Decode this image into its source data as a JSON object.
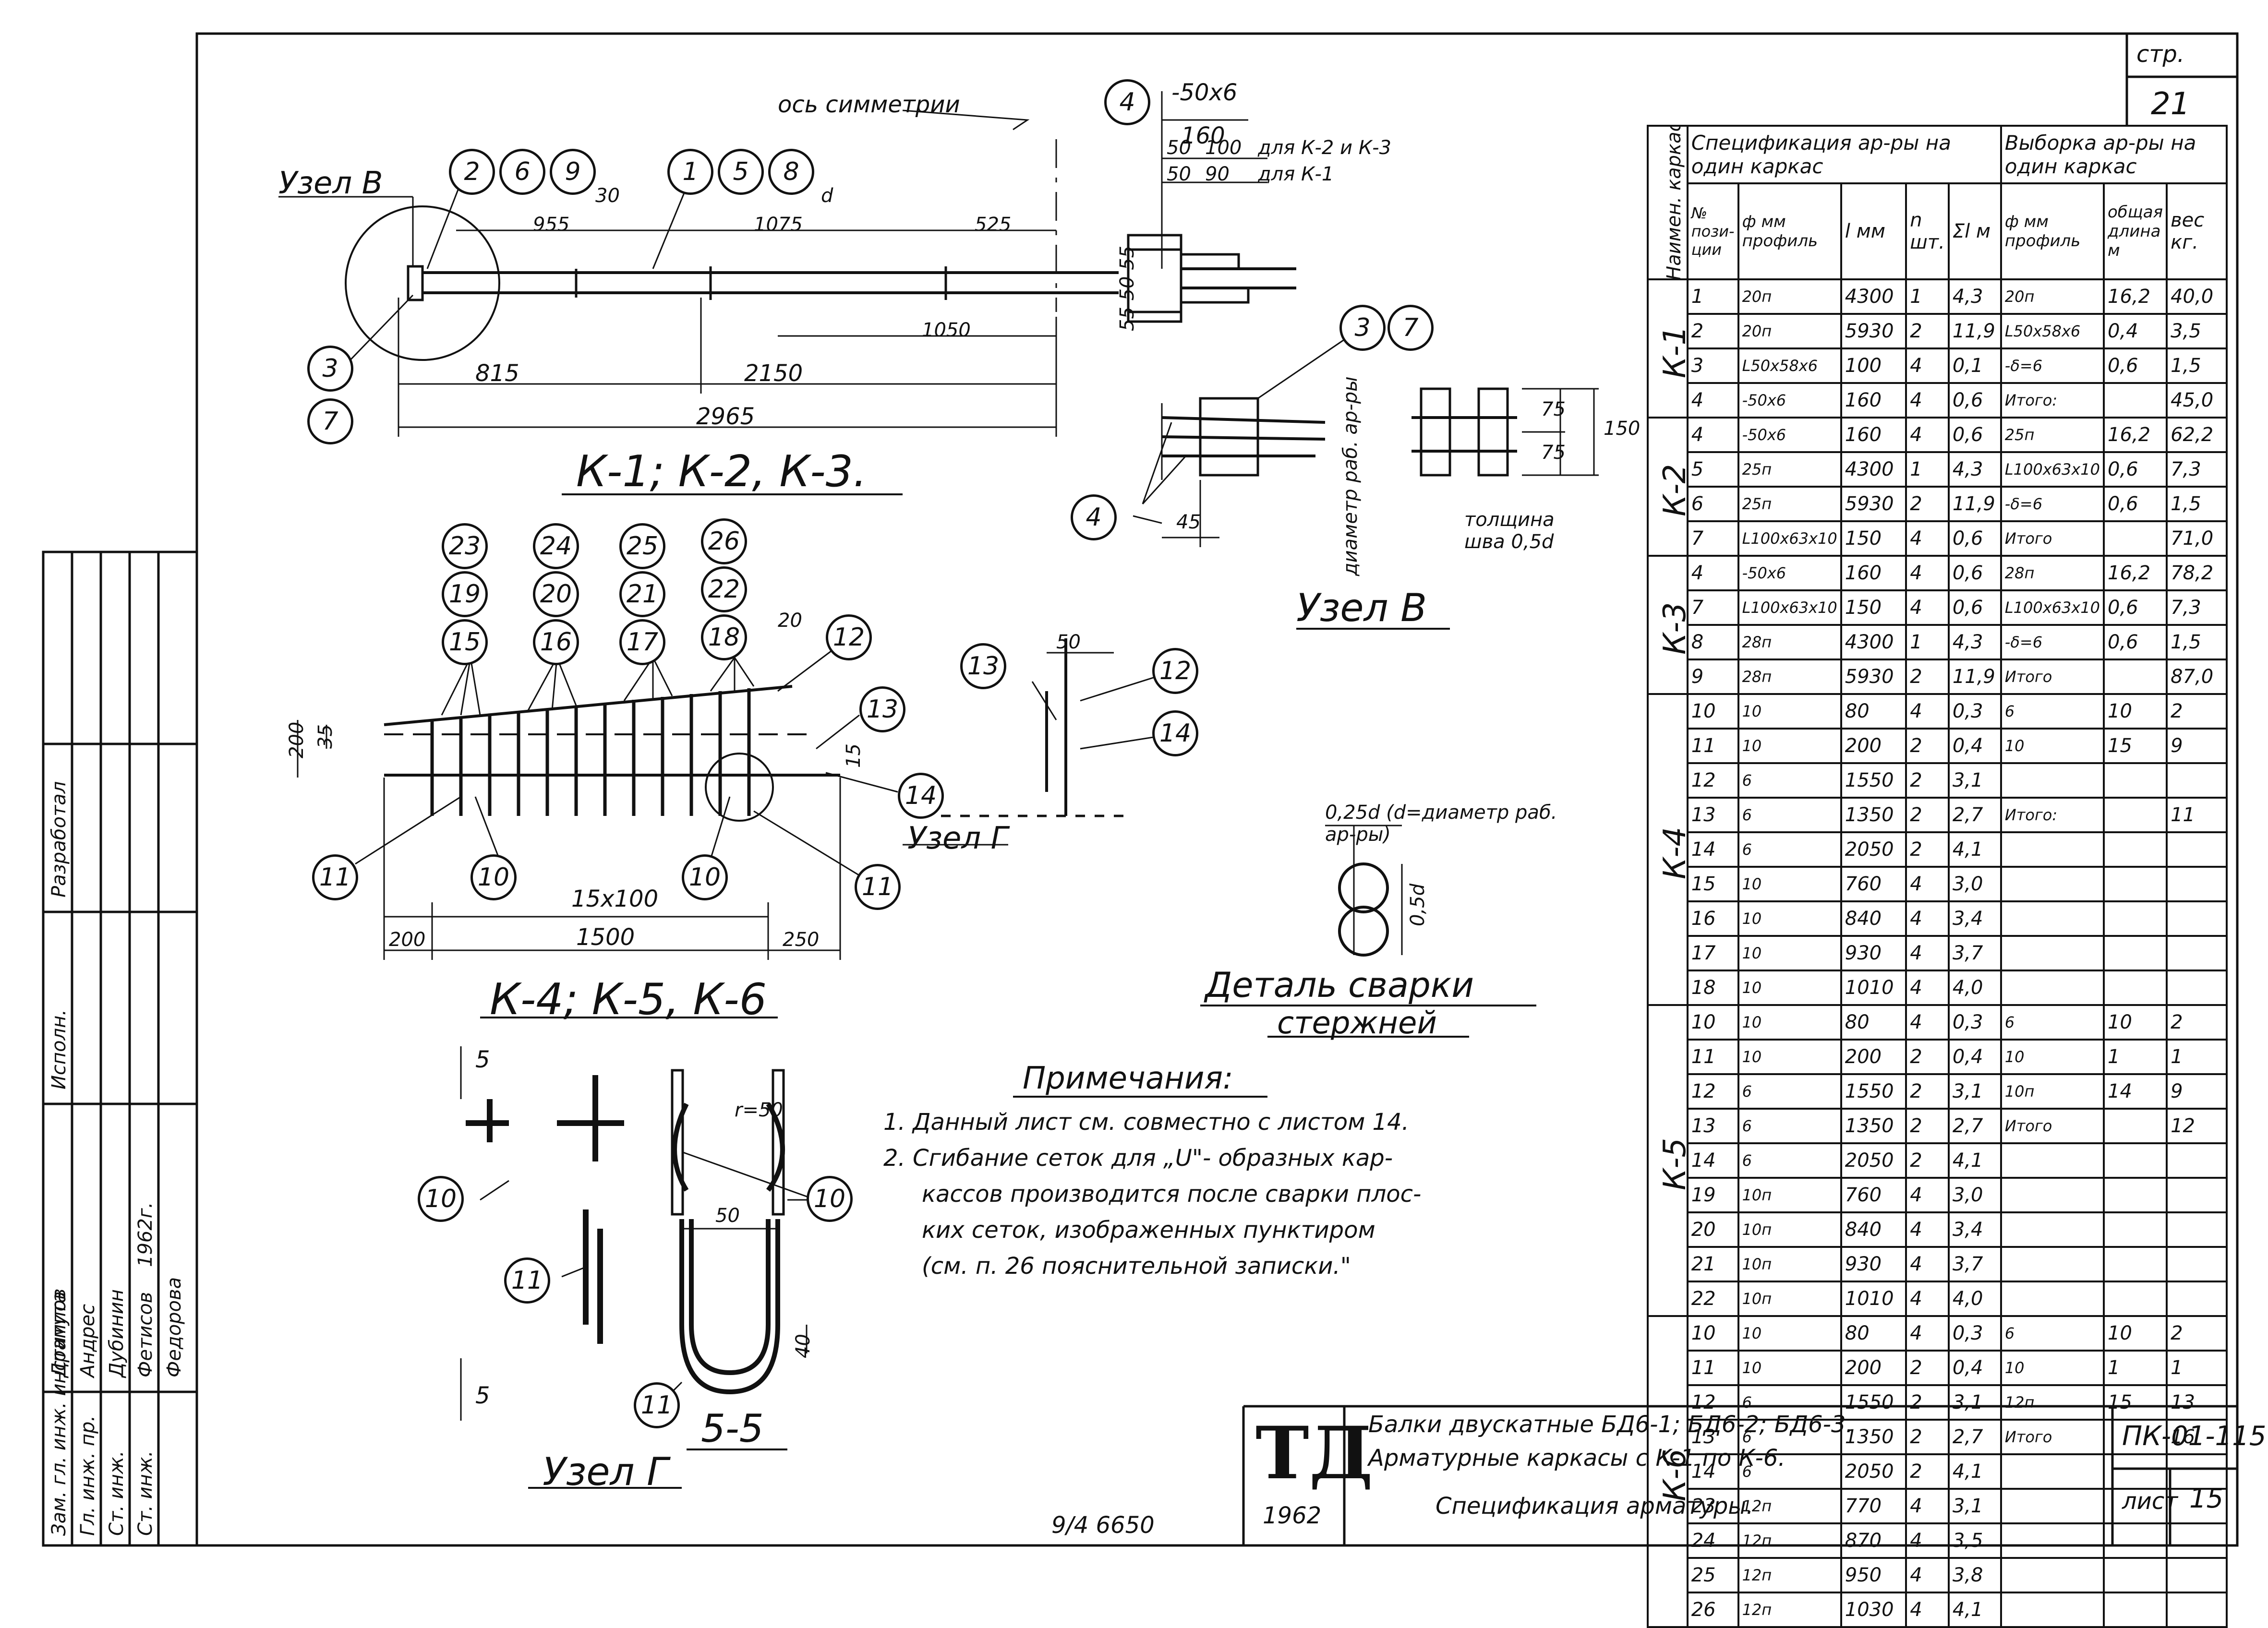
{
  "page": {
    "sheet_label": "стр.",
    "sheet_no": "21"
  },
  "drawing_k123": {
    "symmetry_axis": "ось симметрии",
    "node_v_label": "Узел В",
    "dims": {
      "d1": "955",
      "d2": "1075",
      "d3": "525",
      "d4": "30",
      "d5": "d",
      "d6": "1050",
      "d7": "815",
      "d8": "2150",
      "d9": "2965"
    },
    "markers": {
      "m1": "2",
      "m2": "6",
      "m3": "9",
      "m4": "1",
      "m5": "5",
      "m6": "8",
      "m7": "3",
      "m8": "7"
    },
    "caption": "К-1; К-2, К-3."
  },
  "node_v": {
    "plate_size": "-50x6",
    "plate_len": "160",
    "dim_50a": "50",
    "dim_100": "100",
    "for_k23": "для К-2 и К-3",
    "dim_50b": "50",
    "dim_90": "90",
    "for_k1": "для К-1",
    "marker_4a": "4",
    "marker_3": "3",
    "marker_7": "7",
    "marker_4b": "4",
    "dim_55": "55 50 55",
    "dim_45": "45",
    "dim_75a": "75",
    "dim_75b": "75",
    "dim_150": "150",
    "diam_label": "диаметр раб. ар-ры",
    "weld_label": "толщина шва 0,5d",
    "caption": "Узел В"
  },
  "drawing_k456": {
    "markers_top": [
      [
        "23",
        "19",
        "15"
      ],
      [
        "24",
        "20",
        "16"
      ],
      [
        "25",
        "21",
        "17"
      ],
      [
        "26",
        "22",
        "18"
      ]
    ],
    "m12": "12",
    "m13": "13",
    "m14": "14",
    "m11a": "11",
    "m10a": "10",
    "m10b": "10",
    "m11b": "11",
    "dims": {
      "d20": "20",
      "d35": "35",
      "d200": "200",
      "d15": "15",
      "d15x100": "15x100",
      "d1500": "1500",
      "d200b": "200",
      "d250": "250"
    },
    "caption": "К-4; К-5, К-6"
  },
  "node_g": {
    "m13": "13",
    "m12": "12",
    "m14": "14",
    "dim_50": "50",
    "label": "Узел Г",
    "m10a": "10",
    "m11": "11",
    "m10b": "10",
    "m11b": "11",
    "dim_5a": "5",
    "dim_5b": "5",
    "dim_50b": "50",
    "dim_40": "40",
    "r50": "r=50",
    "section": "5-5",
    "caption": "Узел Г"
  },
  "weld_detail": {
    "note": "0,25d (d=диаметр раб. ар-ры)",
    "dim_05d": "0,5d",
    "caption_1": "Деталь сварки",
    "caption_2": "стержней"
  },
  "notes": {
    "title": "Примечания:",
    "lines": [
      "1. Данный лист см. совместно с листом 14.",
      "2. Сгибание сеток для „U\"- образных кар-",
      "кассов производится после сварки плос-",
      "ких сеток, изображенных пунктиром",
      "(см. п. 26 пояснительной записки.\""
    ]
  },
  "spec_table": {
    "header": {
      "col_frame": "Наимен. каркаса",
      "spec_title": "Спецификация ар-ры на один каркас",
      "sel_title": "Выборка ар-ры на один каркас",
      "pos": "№ пози- ции",
      "dia": "ф мм профиль",
      "len": "l мм",
      "n": "n шт.",
      "total": "Σl м",
      "sel_dia": "ф мм профиль",
      "sel_len": "общая длина м",
      "weight": "вес кг."
    },
    "groups": [
      {
        "name": "К-1",
        "rows": [
          [
            "1",
            "20п",
            "4300",
            "1",
            "4,3",
            "20п",
            "16,2",
            "40,0"
          ],
          [
            "2",
            "20п",
            "5930",
            "2",
            "11,9",
            "L50x58x6",
            "0,4",
            "3,5"
          ],
          [
            "3",
            "L50x58x6",
            "100",
            "4",
            "0,1",
            "-δ=6",
            "0,6",
            "1,5"
          ],
          [
            "4",
            "-50x6",
            "160",
            "4",
            "0,6",
            "Итого:",
            "",
            "45,0"
          ]
        ]
      },
      {
        "name": "К-2",
        "rows": [
          [
            "4",
            "-50x6",
            "160",
            "4",
            "0,6",
            "25п",
            "16,2",
            "62,2"
          ],
          [
            "5",
            "25п",
            "4300",
            "1",
            "4,3",
            "L100x63x10",
            "0,6",
            "7,3"
          ],
          [
            "6",
            "25п",
            "5930",
            "2",
            "11,9",
            "-δ=6",
            "0,6",
            "1,5"
          ],
          [
            "7",
            "L100x63x10",
            "150",
            "4",
            "0,6",
            "Итого",
            "",
            "71,0"
          ]
        ]
      },
      {
        "name": "К-3",
        "rows": [
          [
            "4",
            "-50x6",
            "160",
            "4",
            "0,6",
            "28п",
            "16,2",
            "78,2"
          ],
          [
            "7",
            "L100x63x10",
            "150",
            "4",
            "0,6",
            "L100x63x10",
            "0,6",
            "7,3"
          ],
          [
            "8",
            "28п",
            "4300",
            "1",
            "4,3",
            "-δ=6",
            "0,6",
            "1,5"
          ],
          [
            "9",
            "28п",
            "5930",
            "2",
            "11,9",
            "Итого",
            "",
            "87,0"
          ]
        ]
      },
      {
        "name": "К-4",
        "rows": [
          [
            "10",
            "10",
            "80",
            "4",
            "0,3",
            "6",
            "10",
            "2"
          ],
          [
            "11",
            "10",
            "200",
            "2",
            "0,4",
            "10",
            "15",
            "9"
          ],
          [
            "12",
            "6",
            "1550",
            "2",
            "3,1",
            "",
            "",
            ""
          ],
          [
            "13",
            "6",
            "1350",
            "2",
            "2,7",
            "Итого:",
            "",
            "11"
          ],
          [
            "14",
            "6",
            "2050",
            "2",
            "4,1",
            "",
            "",
            ""
          ],
          [
            "15",
            "10",
            "760",
            "4",
            "3,0",
            "",
            "",
            ""
          ],
          [
            "16",
            "10",
            "840",
            "4",
            "3,4",
            "",
            "",
            ""
          ],
          [
            "17",
            "10",
            "930",
            "4",
            "3,7",
            "",
            "",
            ""
          ],
          [
            "18",
            "10",
            "1010",
            "4",
            "4,0",
            "",
            "",
            ""
          ]
        ]
      },
      {
        "name": "К-5",
        "rows": [
          [
            "10",
            "10",
            "80",
            "4",
            "0,3",
            "6",
            "10",
            "2"
          ],
          [
            "11",
            "10",
            "200",
            "2",
            "0,4",
            "10",
            "1",
            "1"
          ],
          [
            "12",
            "6",
            "1550",
            "2",
            "3,1",
            "10п",
            "14",
            "9"
          ],
          [
            "13",
            "6",
            "1350",
            "2",
            "2,7",
            "Итого",
            "",
            "12"
          ],
          [
            "14",
            "6",
            "2050",
            "2",
            "4,1",
            "",
            "",
            ""
          ],
          [
            "19",
            "10п",
            "760",
            "4",
            "3,0",
            "",
            "",
            ""
          ],
          [
            "20",
            "10п",
            "840",
            "4",
            "3,4",
            "",
            "",
            ""
          ],
          [
            "21",
            "10п",
            "930",
            "4",
            "3,7",
            "",
            "",
            ""
          ],
          [
            "22",
            "10п",
            "1010",
            "4",
            "4,0",
            "",
            "",
            ""
          ]
        ]
      },
      {
        "name": "К-6",
        "rows": [
          [
            "10",
            "10",
            "80",
            "4",
            "0,3",
            "6",
            "10",
            "2"
          ],
          [
            "11",
            "10",
            "200",
            "2",
            "0,4",
            "10",
            "1",
            "1"
          ],
          [
            "12",
            "6",
            "1550",
            "2",
            "3,1",
            "12п",
            "15",
            "13"
          ],
          [
            "13",
            "6",
            "1350",
            "2",
            "2,7",
            "Итого",
            "",
            "16"
          ],
          [
            "14",
            "6",
            "2050",
            "2",
            "4,1",
            "",
            "",
            ""
          ],
          [
            "23",
            "12п",
            "770",
            "4",
            "3,1",
            "",
            "",
            ""
          ],
          [
            "24",
            "12п",
            "870",
            "4",
            "3,5",
            "",
            "",
            ""
          ],
          [
            "25",
            "12п",
            "950",
            "4",
            "3,8",
            "",
            "",
            ""
          ],
          [
            "26",
            "12п",
            "1030",
            "4",
            "4,1",
            "",
            "",
            ""
          ]
        ]
      }
    ]
  },
  "title_block": {
    "logo": "ТД",
    "year": "1962",
    "line1": "Балки двускатные БД6-1; БД6-2; БД6-3.",
    "line2": "Арматурные каркасы с К-1 по К-6.",
    "line3": "Спецификация арматуры.",
    "code": "ПК-01-115",
    "sheet_label": "лист",
    "sheet_no": "15",
    "archive_no": "9/4 6650"
  },
  "left_stamp": {
    "roles": [
      "Зам. гл. инж. института",
      "Гл. инж. пр.",
      "Ст. инж.",
      "Ст. инж."
    ],
    "names": [
      "Дрампов",
      "Андрес",
      "Дубинин",
      "Фетисов"
    ],
    "cols": [
      "Исполн.",
      "Разработал"
    ],
    "date": "1962г.",
    "sign_note": "Федорова"
  }
}
